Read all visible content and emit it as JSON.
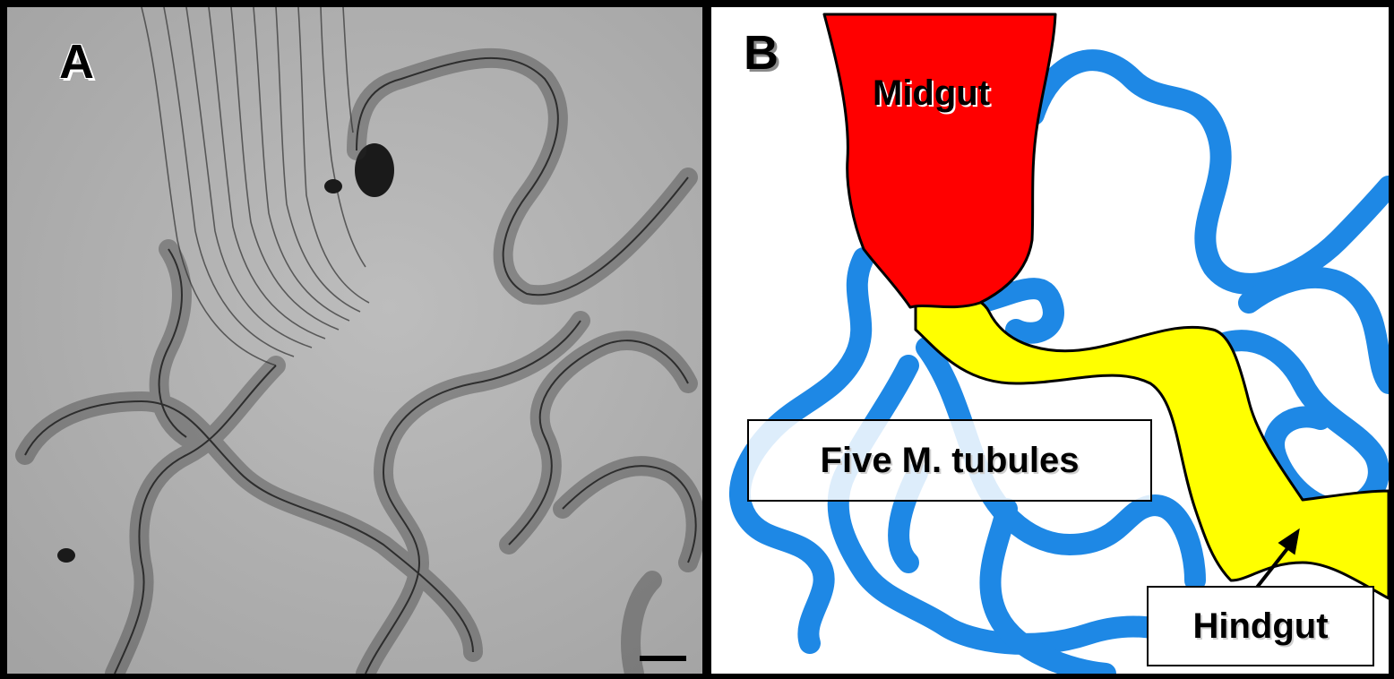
{
  "figure": {
    "panels": [
      {
        "id": "A",
        "letter": "A",
        "kind": "micrograph"
      },
      {
        "id": "B",
        "letter": "B",
        "kind": "schematic"
      }
    ]
  },
  "panel_b": {
    "labels": {
      "midgut": "Midgut",
      "tubules": "Five M. tubules",
      "hindgut": "Hindgut"
    },
    "colors": {
      "midgut": "#ff0000",
      "hindgut": "#ffff00",
      "tubules": "#1e88e5",
      "outline": "#000000",
      "background": "#ffffff"
    }
  },
  "panel_a": {
    "colors": {
      "background": "#b4b4b4",
      "tissue": "#2e2e2e"
    },
    "scale_bar": "scale-bar"
  }
}
